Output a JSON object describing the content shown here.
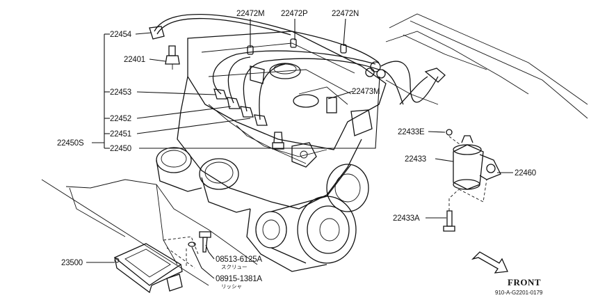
{
  "callouts": {
    "p22454": "22454",
    "p22401": "22401",
    "p22453": "22453",
    "p22452": "22452",
    "p22451": "22451",
    "p22450S": "22450S",
    "p22450": "22450",
    "p22472M": "22472M",
    "p22472P": "22472P",
    "p22472N": "22472N",
    "p22473M": "22473M",
    "p22433E": "22433E",
    "p22433": "22433",
    "p22460": "22460",
    "p22433A": "22433A",
    "p23500": "23500",
    "p08513": "08513-6125A",
    "p08513_note": "スクリュー",
    "p08915": "08915-1381A",
    "p08915_note": "リッシャ"
  },
  "front_label": "FRONT",
  "diagram_code": "910-A-G2201-0179"
}
